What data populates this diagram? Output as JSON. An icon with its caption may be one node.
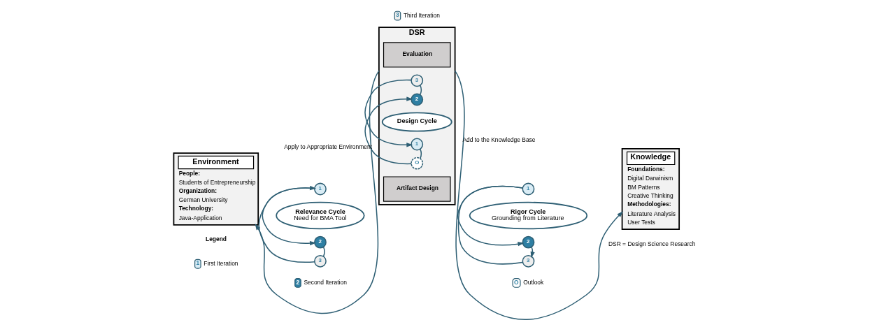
{
  "diagram": {
    "nodes": [
      {
        "text": [
          "Environment",
          "People:",
          "Students of Entrepreneurship",
          "Organization:",
          "German University",
          "Technology:",
          "Java-Application"
        ]
      },
      {
        "text": [
          "Relevance Cycle",
          "Need for BMA Tool"
        ]
      },
      {
        "text": [
          "1"
        ]
      },
      {
        "text": [
          "2"
        ]
      },
      {
        "text": [
          "3"
        ]
      },
      {
        "text": [
          "DSR"
        ]
      },
      {
        "text": [
          "Artifact Design"
        ],
        "in": 5
      },
      {
        "text": [
          "Design Cycle"
        ],
        "in": 5
      },
      {
        "text": [
          "O"
        ],
        "in": 5
      },
      {
        "text": [
          "1"
        ],
        "in": 5
      },
      {
        "text": [
          "2"
        ],
        "in": 5
      },
      {
        "text": [
          "3"
        ],
        "in": 5
      },
      {
        "text": [
          "Evaluation"
        ],
        "in": 5
      },
      {
        "text": [
          "Rigor Cycle",
          "Grounding from Literature"
        ]
      },
      {
        "text": [
          "1"
        ]
      },
      {
        "text": [
          "2"
        ]
      },
      {
        "text": [
          "3"
        ]
      },
      {
        "text": [
          "Knowledge",
          "Foundations:",
          "Digital Darwinism",
          "BM Patterns",
          "Creative Thinking",
          "Methodologies:",
          "Literature Analysis",
          "User Tests"
        ]
      }
    ],
    "edges": [
      {
        "from": 2,
        "to": 3,
        "arrow": "to"
      },
      {
        "from": 3,
        "to": 4,
        "arrow": "none"
      },
      {
        "from": 4,
        "to": 2,
        "arrow": "to"
      },
      {
        "from": 8,
        "to": 10,
        "arrow": "to"
      },
      {
        "from": 10,
        "to": 11,
        "arrow": "none"
      },
      {
        "from": 11,
        "to": 9,
        "arrow": "to"
      },
      {
        "from": 9,
        "to": 8,
        "arrow": "none"
      },
      {
        "from": 14,
        "to": 15,
        "arrow": "to"
      },
      {
        "from": 15,
        "to": 16,
        "arrow": "to"
      },
      {
        "from": 16,
        "to": 14,
        "arrow": "none"
      },
      {
        "from": 5,
        "to": 0,
        "label": "Apply to Appropriate Environment",
        "arrow": "to"
      },
      {
        "from": 5,
        "to": 17,
        "label": "Add to the Knowledge Base",
        "arrow": "to"
      }
    ],
    "labels": [
      "Legend",
      "1",
      "2",
      "3",
      "O",
      "DSR = Design Science Research"
    ],
    "legend": [
      {
        "text": "First Iteration"
      },
      {
        "text": "Second Iteration"
      },
      {
        "text": "Third Iteration"
      },
      {
        "text": "Outlook"
      }
    ]
  }
}
